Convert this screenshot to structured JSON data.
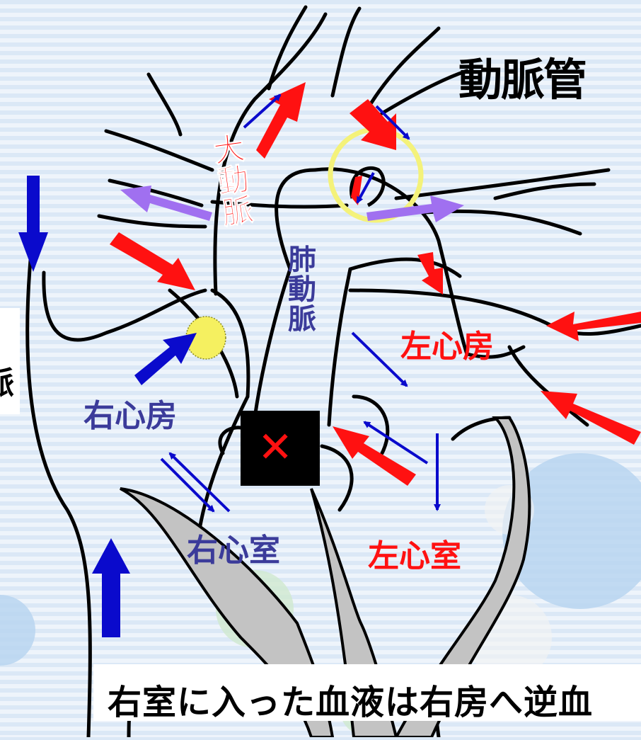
{
  "title": "動脈管",
  "labels": {
    "aorta": "大動脈",
    "pulmonary_artery": "肺動脈",
    "left_atrium": "左心房",
    "right_atrium": "右心房",
    "right_ventricle": "右心室",
    "left_ventricle": "左心室",
    "blocked_mark": "✕",
    "partial_left": "脈"
  },
  "caption": "右室に入った血液は右房へ逆血",
  "colors": {
    "oxygenated_flow": "#ff1111",
    "deoxygenated_flow": "#0a0acc",
    "pulmonary_flow": "#a070f0",
    "ductus_highlight": "#f4f27a",
    "foramen_ovale": "#f5f060",
    "septum_fill": "#c3c3c3"
  }
}
